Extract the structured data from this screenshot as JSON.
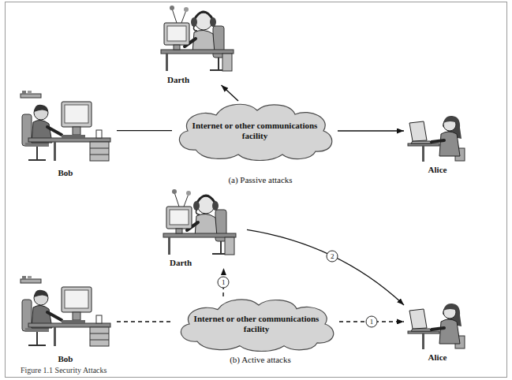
{
  "diagram": {
    "caption": "Figure 1.1 Security Attacks",
    "nodes": [
      {
        "text": [
          "Darth"
        ]
      },
      {
        "text": [
          "Bob"
        ]
      },
      {
        "text": [
          "Internet or other communications facility"
        ]
      },
      {
        "text": [
          "Alice"
        ]
      },
      {
        "text": [
          "Darth"
        ]
      },
      {
        "text": [
          "Bob"
        ]
      },
      {
        "text": [
          "Internet or other communications facility"
        ]
      },
      {
        "text": [
          "Alice"
        ]
      }
    ],
    "edges": [
      {
        "from": 1,
        "to": 2,
        "arrow": "none"
      },
      {
        "from": 2,
        "to": 3,
        "arrow": "to"
      },
      {
        "from": 2,
        "to": 0,
        "arrow": "to"
      },
      {
        "from": 5,
        "to": 6,
        "arrow": "none"
      },
      {
        "from": 6,
        "to": 7,
        "arrow": "to",
        "label": "1"
      },
      {
        "from": 6,
        "to": 4,
        "arrow": "to",
        "label": "1"
      },
      {
        "from": 4,
        "to": 7,
        "arrow": "to",
        "label": "2"
      }
    ],
    "labels": [
      "(a) Passive attacks",
      "(b) Active attacks"
    ]
  }
}
